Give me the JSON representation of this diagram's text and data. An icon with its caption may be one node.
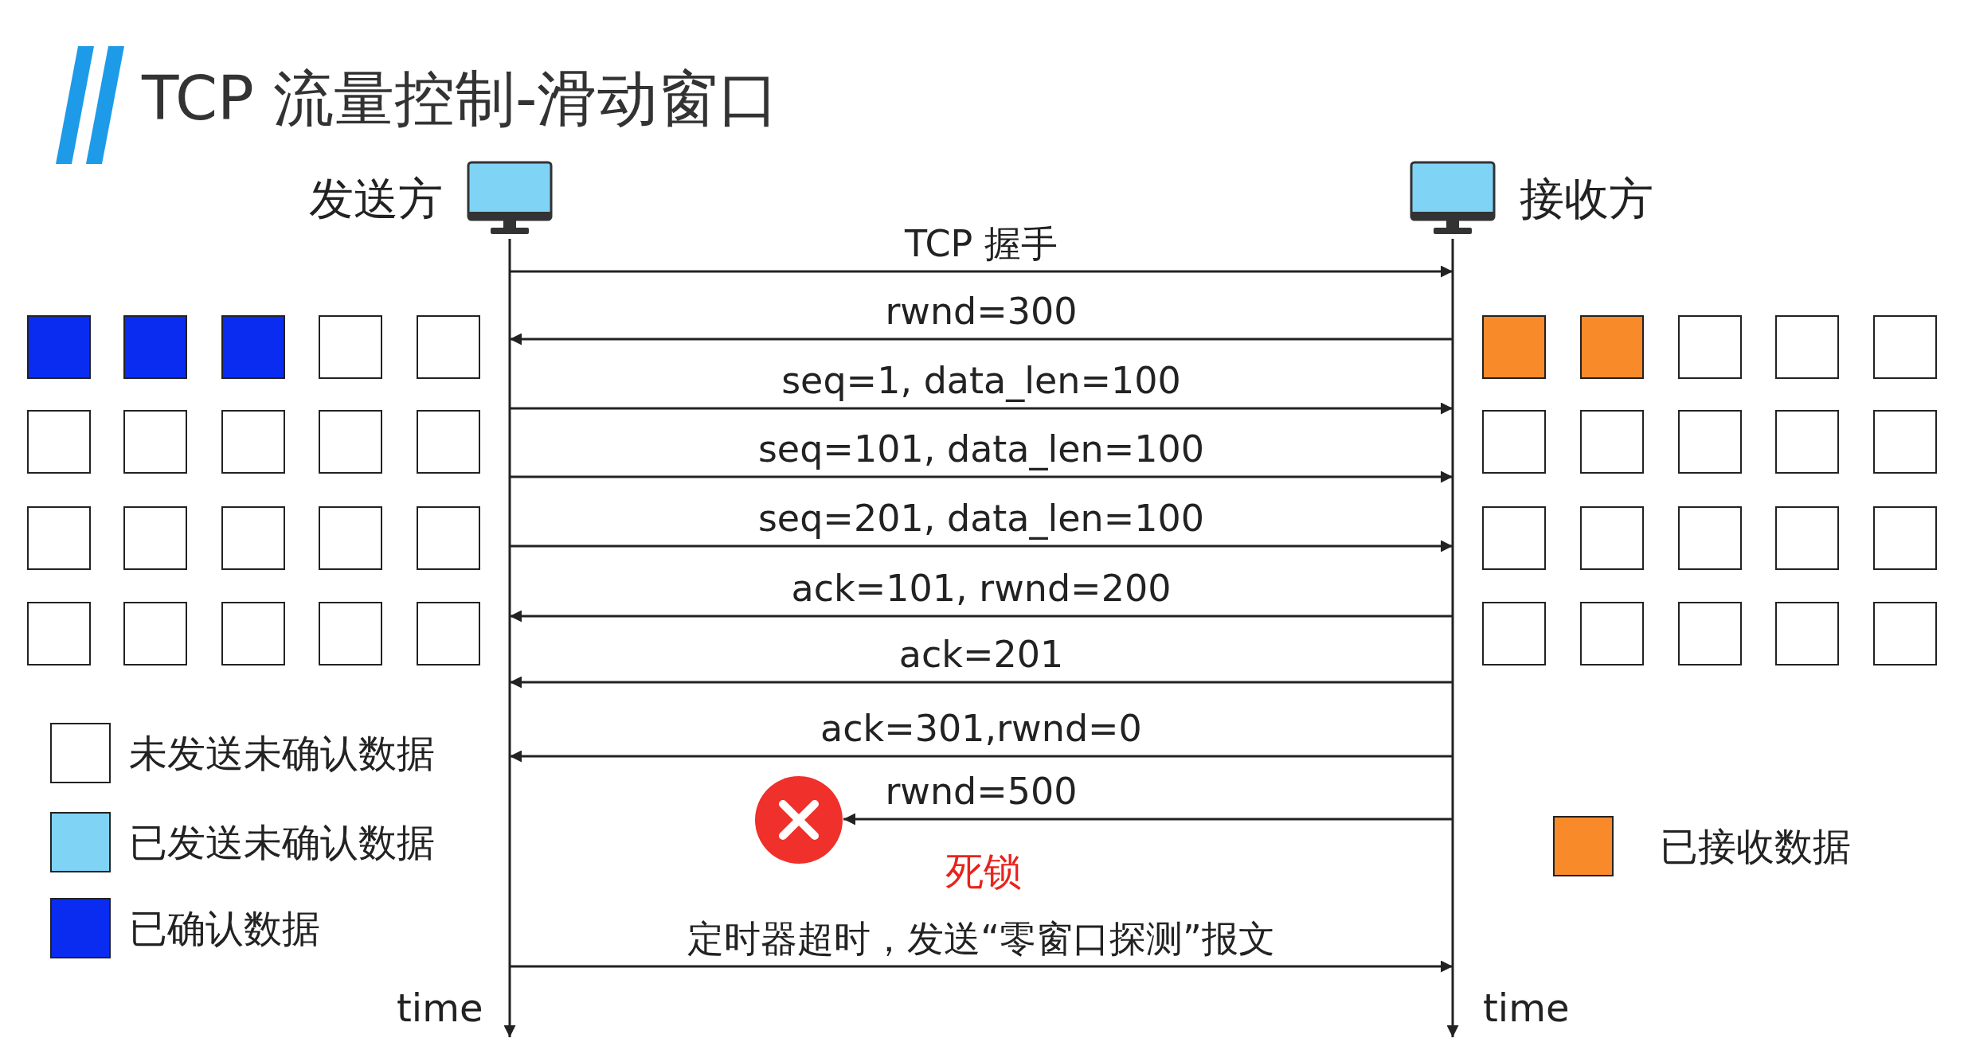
{
  "diagram": {
    "title": "TCP 流量控制-滑动窗口",
    "nodes": [
      {
        "text": [
          "发送方"
        ]
      },
      {
        "text": [
          "接收方"
        ]
      },
      {
        "text": [],
        "shape": "circle",
        "beside": [
          "死锁"
        ]
      }
    ],
    "edges": [
      {
        "from": 0,
        "to": 1,
        "arrow": "to",
        "label": "TCP 握手"
      },
      {
        "from": 1,
        "to": 0,
        "arrow": "to",
        "label": "rwnd=300"
      },
      {
        "from": 0,
        "to": 1,
        "arrow": "to",
        "label": "seq=1, data_len=100"
      },
      {
        "from": 0,
        "to": 1,
        "arrow": "to",
        "label": "seq=101, data_len=100"
      },
      {
        "from": 0,
        "to": 1,
        "arrow": "to",
        "label": "seq=201, data_len=100"
      },
      {
        "from": 1,
        "to": 0,
        "arrow": "to",
        "label": "ack=101, rwnd=200"
      },
      {
        "from": 1,
        "to": 0,
        "arrow": "to",
        "label": "ack=201"
      },
      {
        "from": 1,
        "to": 0,
        "arrow": "to",
        "label": "ack=301,rwnd=0"
      },
      {
        "from": 1,
        "to": 2,
        "arrow": "to",
        "label": "rwnd=500"
      },
      {
        "from": 0,
        "to": 1,
        "arrow": "to",
        "label": "定时器超时，发送“零窗口探测”报文"
      }
    ],
    "labels": [
      "time",
      "time"
    ],
    "legend": [
      {
        "text": "未发送未确认数据",
        "color": "#ffffff"
      },
      {
        "text": "已发送未确认数据",
        "color": "#7fd3f5"
      },
      {
        "text": "已确认数据",
        "color": "#0a2cf0"
      },
      {
        "text": "已接收数据",
        "color": "#f98a2a"
      }
    ]
  }
}
